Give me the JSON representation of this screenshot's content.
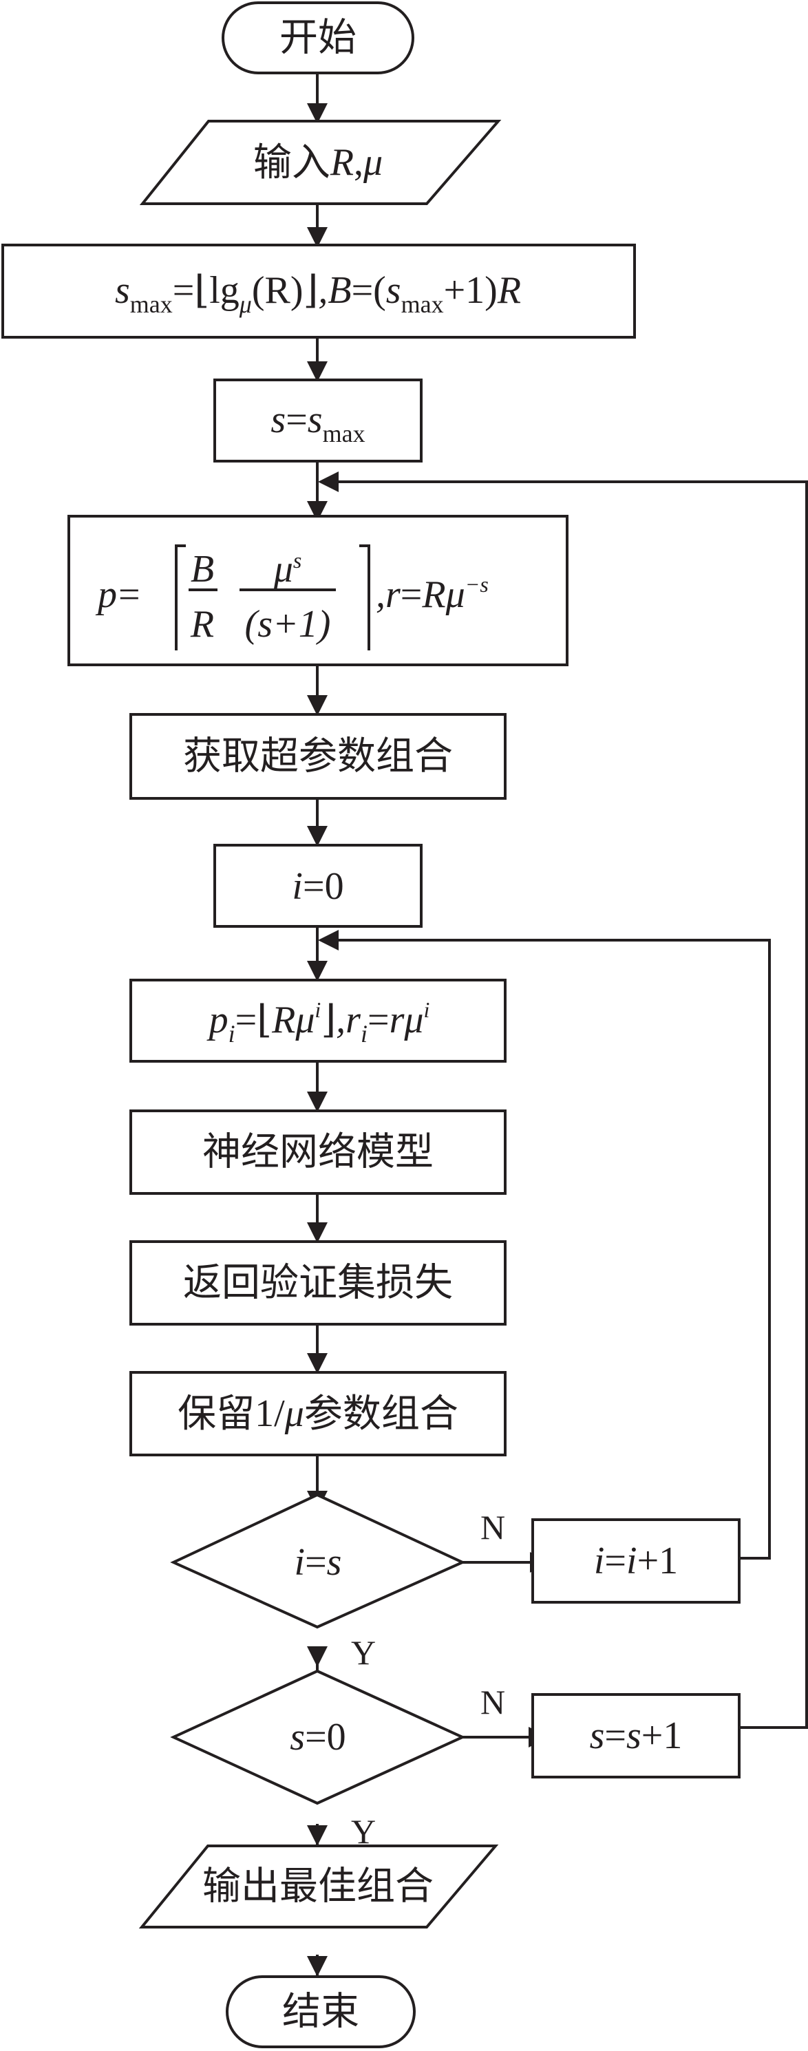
{
  "nodes": {
    "start": "开始",
    "input": {
      "text": "输入",
      "R": "R",
      "comma": ",",
      "mu": "μ"
    },
    "init": {
      "s": "s",
      "max": "max",
      "eq": "=",
      "floor_open": "⌊",
      "lg": "lg",
      "mu": "μ",
      "paren_R": "(R)",
      "floor_close": "⌋",
      "comma_B": ",B",
      "eq2": "=(",
      "s2": "s",
      "max2": "max",
      "plus1": "+1)",
      "R": "R"
    },
    "set_s": {
      "s": "s",
      "eq": "=",
      "s2": "s",
      "max": "max"
    },
    "calc": {
      "p": "p",
      "eq": "=",
      "B": "B",
      "R": "R",
      "mu": "μ",
      "s_sup": "s",
      "s_plus_1": "(s+1)",
      "comma_r": ",r",
      "eq2": "=",
      "R2": "R",
      "mu2": "μ",
      "neg_s": "−s"
    },
    "get_hyper": "获取超参数组合",
    "set_i": {
      "i": "i",
      "eq": "=0"
    },
    "iter": {
      "p": "p",
      "i_sub": "i",
      "eq": "=",
      "floor_open": "⌊",
      "R": "R",
      "mu": "μ",
      "i_sup": "i",
      "floor_close": "⌋",
      "comma_r": ",r",
      "i_sub2": "i",
      "eq2": "=",
      "r": "r",
      "mu2": "μ",
      "i_sup2": "i"
    },
    "nn_model": "神经网络模型",
    "val_loss": "返回验证集损失",
    "keep": {
      "pre": "保留",
      "one": "1/",
      "mu": "μ",
      "post": "参数组合"
    },
    "cond_i": {
      "i": "i",
      "eq": "=",
      "s": "s"
    },
    "inc_i": {
      "i": "i",
      "eq": "=",
      "i2": "i",
      "plus": "+1"
    },
    "cond_s": {
      "s": "s",
      "eq": "=0"
    },
    "inc_s": {
      "s": "s",
      "eq": "=",
      "s2": "s",
      "plus": "+1"
    },
    "output": "输出最佳组合",
    "end": "结束"
  },
  "edge_labels": {
    "no_1": "N",
    "yes_1": "Y",
    "no_2": "N",
    "yes_2": "Y"
  }
}
